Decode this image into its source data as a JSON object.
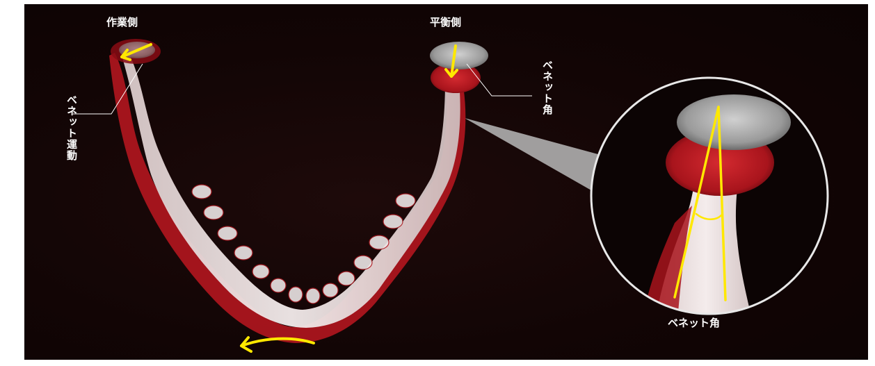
{
  "labels": {
    "working_side": "作業側",
    "balancing_side": "平衡側",
    "bennett_movement": "ベネット運動",
    "bennett_angle_vertical": "ベネット角",
    "bennett_angle_inset": "ベネット角"
  },
  "colors": {
    "background": "#140606",
    "arrow": "#ffe800",
    "bone_red": "#c8202a",
    "bone_white": "#efe3e3",
    "condyle_gray": "#a8a8a8",
    "leader_line": "#ffffff"
  },
  "icons": [
    "arrow-icon",
    "magnifier-circle"
  ]
}
